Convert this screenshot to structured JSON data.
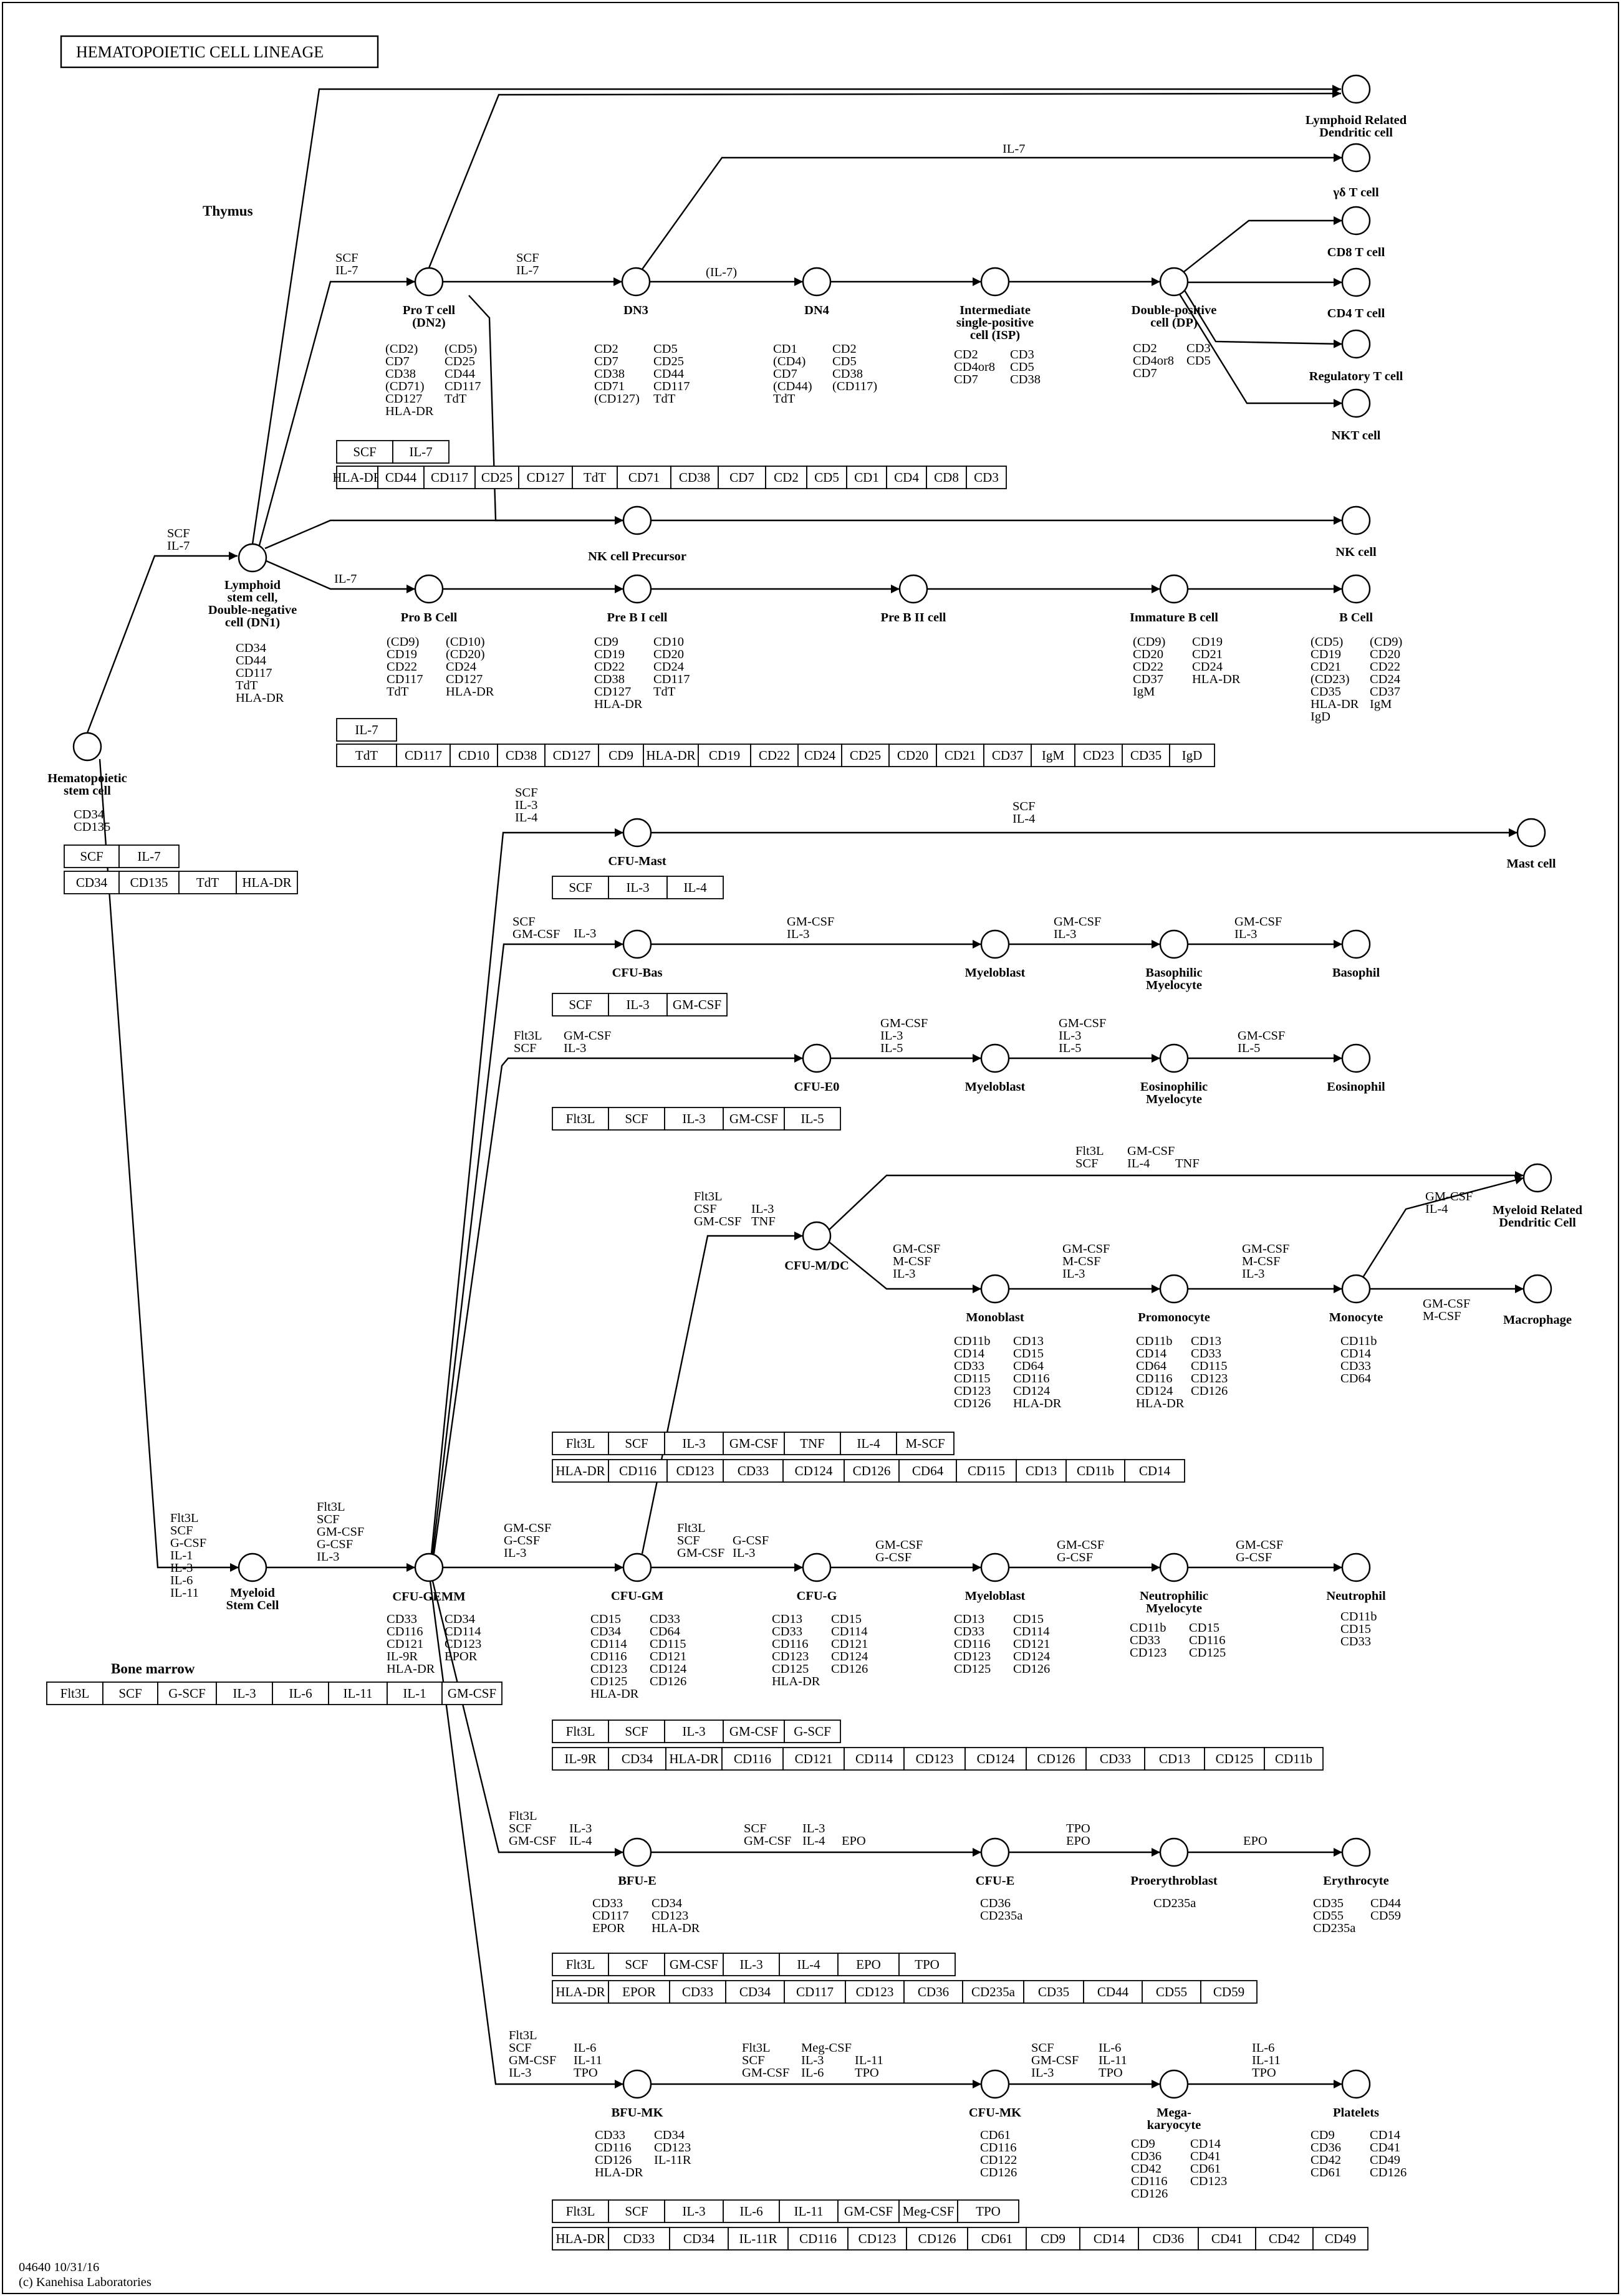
{
  "title": "HEMATOPOIETIC CELL LINEAGE",
  "footer": [
    "04640 10/31/16",
    "(c) Kanehisa Laboratories"
  ],
  "regions": [
    {
      "id": "thymus",
      "label": "Thymus"
    },
    {
      "id": "bonemarrow",
      "label": "Bone marrow"
    }
  ],
  "nodes": [
    {
      "id": "hsc",
      "label": [
        "Hematopoietic",
        "stem cell"
      ],
      "markers": [
        [
          "CD34",
          "CD135"
        ]
      ]
    },
    {
      "id": "lsc",
      "label": [
        "Lymphoid",
        "stem cell,",
        "Double-negative",
        "cell (DN1)"
      ],
      "markers": [
        [
          "CD34",
          "CD44",
          "CD117",
          "TdT",
          "HLA-DR"
        ]
      ]
    },
    {
      "id": "protcell",
      "label": [
        "Pro T cell",
        "(DN2)"
      ],
      "markers": [
        [
          "(CD2)",
          "CD7",
          "CD38",
          "(CD71)",
          "CD127",
          "HLA-DR"
        ],
        [
          "(CD5)",
          "CD25",
          "CD44",
          "CD117",
          "TdT"
        ]
      ]
    },
    {
      "id": "dn3",
      "label": [
        "DN3"
      ],
      "markers": [
        [
          "CD2",
          "CD7",
          "CD38",
          "CD71",
          "(CD127)"
        ],
        [
          "CD5",
          "CD25",
          "CD44",
          "CD117",
          "TdT"
        ]
      ]
    },
    {
      "id": "dn4",
      "label": [
        "DN4"
      ],
      "markers": [
        [
          "CD1",
          "(CD4)",
          "CD7",
          "(CD44)",
          "TdT"
        ],
        [
          "CD2",
          "CD5",
          "CD38",
          "(CD117)"
        ]
      ]
    },
    {
      "id": "isp",
      "label": [
        "Intermediate",
        "single-positive",
        "cell (ISP)"
      ],
      "markers": [
        [
          "CD2",
          "CD4or8",
          "CD7"
        ],
        [
          "CD3",
          "CD5",
          "CD38"
        ]
      ]
    },
    {
      "id": "dp",
      "label": [
        "Double-positive",
        "cell (DP)"
      ],
      "markers": [
        [
          "CD2",
          "CD4or8",
          "CD7"
        ],
        [
          "CD3",
          "CD5"
        ]
      ]
    },
    {
      "id": "lrdc",
      "label": [
        "Lymphoid Related",
        "Dendritic cell"
      ],
      "markers": []
    },
    {
      "id": "gdt",
      "label": [
        "γδ T cell"
      ],
      "markers": []
    },
    {
      "id": "cd8t",
      "label": [
        "CD8 T cell"
      ],
      "markers": []
    },
    {
      "id": "cd4t",
      "label": [
        "CD4 T cell"
      ],
      "markers": []
    },
    {
      "id": "treg",
      "label": [
        "Regulatory T cell"
      ],
      "markers": []
    },
    {
      "id": "nkt",
      "label": [
        "NKT cell"
      ],
      "markers": []
    },
    {
      "id": "nkpre",
      "label": [
        "NK cell Precursor"
      ],
      "markers": []
    },
    {
      "id": "nk",
      "label": [
        "NK cell"
      ],
      "markers": []
    },
    {
      "id": "probcell",
      "label": [
        "Pro B Cell"
      ],
      "markers": [
        [
          "(CD9)",
          "CD19",
          "CD22",
          "CD117",
          "TdT"
        ],
        [
          "(CD10)",
          "(CD20)",
          "CD24",
          "CD127",
          "HLA-DR"
        ]
      ]
    },
    {
      "id": "prebi",
      "label": [
        "Pre B I cell"
      ],
      "markers": [
        [
          "CD9",
          "CD19",
          "CD22",
          "CD38",
          "CD127",
          "HLA-DR"
        ],
        [
          "CD10",
          "CD20",
          "CD24",
          "CD117",
          "TdT"
        ]
      ]
    },
    {
      "id": "prebii",
      "label": [
        "Pre B II cell"
      ],
      "markers": []
    },
    {
      "id": "immb",
      "label": [
        "Immature B cell"
      ],
      "markers": [
        [
          "(CD9)",
          "CD20",
          "CD22",
          "CD37",
          "IgM"
        ],
        [
          "CD19",
          "CD21",
          "CD24",
          "HLA-DR"
        ]
      ]
    },
    {
      "id": "bcell",
      "label": [
        "B Cell"
      ],
      "markers": [
        [
          "(CD5)",
          "CD19",
          "CD21",
          "(CD23)",
          "CD35",
          "HLA-DR",
          "IgD"
        ],
        [
          "(CD9)",
          "CD20",
          "CD22",
          "CD24",
          "CD37",
          "IgM"
        ]
      ]
    },
    {
      "id": "cfumast",
      "label": [
        "CFU-Mast"
      ],
      "markers": []
    },
    {
      "id": "mast",
      "label": [
        "Mast cell"
      ],
      "markers": []
    },
    {
      "id": "cfubas",
      "label": [
        "CFU-Bas"
      ],
      "markers": []
    },
    {
      "id": "mb1",
      "label": [
        "Myeloblast"
      ],
      "markers": []
    },
    {
      "id": "basmy",
      "label": [
        "Basophilic",
        "Myelocyte"
      ],
      "markers": []
    },
    {
      "id": "baso",
      "label": [
        "Basophil"
      ],
      "markers": []
    },
    {
      "id": "cfueo",
      "label": [
        "CFU-E0"
      ],
      "markers": []
    },
    {
      "id": "mb2",
      "label": [
        "Myeloblast"
      ],
      "markers": []
    },
    {
      "id": "eosmy",
      "label": [
        "Eosinophilic",
        "Myelocyte"
      ],
      "markers": []
    },
    {
      "id": "eos",
      "label": [
        "Eosinophil"
      ],
      "markers": []
    },
    {
      "id": "cfumdc",
      "label": [
        "CFU-M/DC"
      ],
      "markers": []
    },
    {
      "id": "mrdc",
      "label": [
        "Myeloid Related",
        "Dendritic Cell"
      ],
      "markers": []
    },
    {
      "id": "monob",
      "label": [
        "Monoblast"
      ],
      "markers": [
        [
          "CD11b",
          "CD14",
          "CD33",
          "CD115",
          "CD123",
          "CD126"
        ],
        [
          "CD13",
          "CD15",
          "CD64",
          "CD116",
          "CD124",
          "HLA-DR"
        ]
      ]
    },
    {
      "id": "promono",
      "label": [
        "Promonocyte"
      ],
      "markers": [
        [
          "CD11b",
          "CD14",
          "CD64",
          "CD116",
          "CD124",
          "HLA-DR"
        ],
        [
          "CD13",
          "CD33",
          "CD115",
          "CD123",
          "CD126"
        ]
      ]
    },
    {
      "id": "mono",
      "label": [
        "Monocyte"
      ],
      "markers": [
        [
          "CD11b",
          "CD14",
          "CD33",
          "CD64"
        ]
      ]
    },
    {
      "id": "macro",
      "label": [
        "Macrophage"
      ],
      "markers": []
    },
    {
      "id": "msc",
      "label": [
        "Myeloid",
        "Stem Cell"
      ],
      "markers": []
    },
    {
      "id": "cfugemm",
      "label": [
        "CFU-GEMM"
      ],
      "markers": [
        [
          "CD33",
          "CD116",
          "CD121",
          "IL-9R",
          "HLA-DR"
        ],
        [
          "CD34",
          "CD114",
          "CD123",
          "EPOR"
        ]
      ]
    },
    {
      "id": "cfugm",
      "label": [
        "CFU-GM"
      ],
      "markers": [
        [
          "CD15",
          "CD34",
          "CD114",
          "CD116",
          "CD123",
          "CD125",
          "HLA-DR"
        ],
        [
          "CD33",
          "CD64",
          "CD115",
          "CD121",
          "CD124",
          "CD126"
        ]
      ]
    },
    {
      "id": "cfug",
      "label": [
        "CFU-G"
      ],
      "markers": [
        [
          "CD13",
          "CD33",
          "CD116",
          "CD123",
          "CD125",
          "HLA-DR"
        ],
        [
          "CD15",
          "CD114",
          "CD121",
          "CD124",
          "CD126"
        ]
      ]
    },
    {
      "id": "mb3",
      "label": [
        "Myeloblast"
      ],
      "markers": [
        [
          "CD13",
          "CD33",
          "CD116",
          "CD123",
          "CD125"
        ],
        [
          "CD15",
          "CD114",
          "CD121",
          "CD124",
          "CD126"
        ]
      ]
    },
    {
      "id": "neumy",
      "label": [
        "Neutrophilic",
        "Myelocyte"
      ],
      "markers": [
        [
          "CD11b",
          "CD33",
          "CD123"
        ],
        [
          "CD15",
          "CD116",
          "CD125"
        ]
      ]
    },
    {
      "id": "neut",
      "label": [
        "Neutrophil"
      ],
      "markers": [
        [
          "CD11b",
          "CD15",
          "CD33"
        ]
      ]
    },
    {
      "id": "bfue",
      "label": [
        "BFU-E"
      ],
      "markers": [
        [
          "CD33",
          "CD117",
          "EPOR"
        ],
        [
          "CD34",
          "CD123",
          "HLA-DR"
        ]
      ]
    },
    {
      "id": "cfue",
      "label": [
        "CFU-E"
      ],
      "markers": [
        [
          "CD36",
          "CD235a"
        ]
      ]
    },
    {
      "id": "proery",
      "label": [
        "Proerythroblast"
      ],
      "markers": [
        [
          "CD235a"
        ]
      ]
    },
    {
      "id": "ery",
      "label": [
        "Erythrocyte"
      ],
      "markers": [
        [
          "CD35",
          "CD55",
          "CD235a"
        ],
        [
          "CD44",
          "CD59"
        ]
      ]
    },
    {
      "id": "bfumk",
      "label": [
        "BFU-MK"
      ],
      "markers": [
        [
          "CD33",
          "CD116",
          "CD126",
          "HLA-DR"
        ],
        [
          "CD34",
          "CD123",
          "IL-11R"
        ]
      ]
    },
    {
      "id": "cfumk",
      "label": [
        "CFU-MK"
      ],
      "markers": [
        [
          "CD61",
          "CD116",
          "CD122",
          "CD126"
        ]
      ]
    },
    {
      "id": "megak",
      "label": [
        "Mega-",
        "karyocyte"
      ],
      "markers": [
        [
          "CD9",
          "CD36",
          "CD42",
          "CD116",
          "CD126"
        ],
        [
          "CD14",
          "CD41",
          "CD61",
          "CD123"
        ]
      ]
    },
    {
      "id": "plt",
      "label": [
        "Platelets"
      ],
      "markers": [
        [
          "CD9",
          "CD36",
          "CD42",
          "CD61"
        ],
        [
          "CD14",
          "CD41",
          "CD49",
          "CD126"
        ]
      ]
    }
  ],
  "edge_labels": [
    {
      "id": "e_hsc_lsc",
      "text": [
        "SCF",
        "IL-7"
      ]
    },
    {
      "id": "e_lsc_pro",
      "text": [
        "SCF",
        "IL-7"
      ]
    },
    {
      "id": "e_pro_dn3",
      "text": [
        "SCF",
        "IL-7"
      ]
    },
    {
      "id": "e_dn3_dn4",
      "text": [
        "(IL-7)"
      ]
    },
    {
      "id": "e_dn3_gdt",
      "text": [
        "IL-7"
      ]
    },
    {
      "id": "e_lsc_probcell",
      "text": [
        "IL-7"
      ]
    },
    {
      "id": "e_hsc_msc",
      "text": [
        "Flt3L",
        "SCF",
        "G-CSF",
        "IL-1",
        "IL-3",
        "IL-6",
        "IL-11"
      ]
    },
    {
      "id": "e_msc_gemm",
      "text": [
        "Flt3L",
        "SCF",
        "GM-CSF",
        "G-CSF",
        "IL-3"
      ]
    },
    {
      "id": "e_gemm_mast",
      "text": [
        "SCF",
        "IL-3",
        "IL-4"
      ]
    },
    {
      "id": "e_cfumast_mast",
      "text": [
        "SCF",
        "IL-4"
      ]
    },
    {
      "id": "e_gemm_bas",
      "text": [
        "SCF",
        "GM-CSF"
      ]
    },
    {
      "id": "e_gemm_bas2",
      "text": [
        "IL-3"
      ]
    },
    {
      "id": "e_bas_mb",
      "text": [
        "GM-CSF",
        "IL-3"
      ]
    },
    {
      "id": "e_mb_basmy",
      "text": [
        "GM-CSF",
        "IL-3"
      ]
    },
    {
      "id": "e_basmy_baso",
      "text": [
        "GM-CSF",
        "IL-3"
      ]
    },
    {
      "id": "e_gemm_eo",
      "text": [
        "Flt3L",
        "SCF"
      ]
    },
    {
      "id": "e_gemm_eo2",
      "text": [
        "GM-CSF",
        "IL-3"
      ]
    },
    {
      "id": "e_eo_mb",
      "text": [
        "GM-CSF",
        "IL-3",
        "IL-5"
      ]
    },
    {
      "id": "e_mb_eosmy",
      "text": [
        "GM-CSF",
        "IL-3",
        "IL-5"
      ]
    },
    {
      "id": "e_eosmy_eos",
      "text": [
        "GM-CSF",
        "IL-5"
      ]
    },
    {
      "id": "e_gm_mdc",
      "text": [
        "Flt3L",
        "CSF",
        "GM-CSF"
      ]
    },
    {
      "id": "e_gm_mdc2",
      "text": [
        "IL-3",
        "TNF"
      ]
    },
    {
      "id": "e_mdc_mrdc",
      "text": [
        "Flt3L",
        "SCF"
      ]
    },
    {
      "id": "e_mdc_mrdc2",
      "text": [
        "GM-CSF",
        "IL-4"
      ]
    },
    {
      "id": "e_mdc_mrdc3",
      "text": [
        "TNF"
      ]
    },
    {
      "id": "e_mdc_monob",
      "text": [
        "GM-CSF",
        "M-CSF",
        "IL-3"
      ]
    },
    {
      "id": "e_monob_pro",
      "text": [
        "GM-CSF",
        "M-CSF",
        "IL-3"
      ]
    },
    {
      "id": "e_pro_mono",
      "text": [
        "GM-CSF",
        "M-CSF",
        "IL-3"
      ]
    },
    {
      "id": "e_mono_mrdc",
      "text": [
        "GM-CSF",
        "IL-4"
      ]
    },
    {
      "id": "e_mono_macro",
      "text": [
        "GM-CSF",
        "M-CSF"
      ]
    },
    {
      "id": "e_gemm_gm",
      "text": [
        "GM-CSF",
        "G-CSF",
        "IL-3"
      ]
    },
    {
      "id": "e_gm_g",
      "text": [
        "Flt3L",
        "SCF",
        "GM-CSF"
      ]
    },
    {
      "id": "e_gm_g2",
      "text": [
        "G-CSF",
        "IL-3"
      ]
    },
    {
      "id": "e_g_mb",
      "text": [
        "GM-CSF",
        "G-CSF"
      ]
    },
    {
      "id": "e_mb_neumy",
      "text": [
        "GM-CSF",
        "G-CSF"
      ]
    },
    {
      "id": "e_neumy_neut",
      "text": [
        "GM-CSF",
        "G-CSF"
      ]
    },
    {
      "id": "e_gemm_bfue",
      "text": [
        "Flt3L",
        "SCF",
        "GM-CSF"
      ]
    },
    {
      "id": "e_gemm_bfue2",
      "text": [
        "IL-3",
        "IL-4"
      ]
    },
    {
      "id": "e_bfue_cfue",
      "text": [
        "SCF",
        "GM-CSF"
      ]
    },
    {
      "id": "e_bfue_cfue2",
      "text": [
        "IL-3",
        "IL-4"
      ]
    },
    {
      "id": "e_bfue_cfue3",
      "text": [
        "EPO"
      ]
    },
    {
      "id": "e_cfue_pro",
      "text": [
        "TPO",
        "EPO"
      ]
    },
    {
      "id": "e_pro_ery",
      "text": [
        "EPO"
      ]
    },
    {
      "id": "e_gemm_mk",
      "text": [
        "Flt3L",
        "SCF",
        "GM-CSF",
        "IL-3"
      ]
    },
    {
      "id": "e_gemm_mk2",
      "text": [
        "IL-6",
        "IL-11",
        "TPO"
      ]
    },
    {
      "id": "e_bfumk_cfumk",
      "text": [
        "Flt3L",
        "SCF",
        "GM-CSF"
      ]
    },
    {
      "id": "e_bfumk_cfumk2",
      "text": [
        "Meg-CSF",
        "IL-3",
        "IL-6"
      ]
    },
    {
      "id": "e_bfumk_cfumk3",
      "text": [
        "IL-11",
        "TPO"
      ]
    },
    {
      "id": "e_cfumk_meg",
      "text": [
        "SCF",
        "GM-CSF",
        "IL-3"
      ]
    },
    {
      "id": "e_cfumk_meg2",
      "text": [
        "IL-6",
        "IL-11",
        "TPO"
      ]
    },
    {
      "id": "e_meg_plt",
      "text": [
        "IL-6",
        "IL-11",
        "TPO"
      ]
    }
  ],
  "tables": [
    {
      "id": "t_thy_cyt",
      "cells": [
        "SCF",
        "IL-7"
      ]
    },
    {
      "id": "t_thy_cd",
      "cells": [
        "HLA-DR",
        "CD44",
        "CD117",
        "CD25",
        "CD127",
        "TdT",
        "CD71",
        "CD38",
        "CD7",
        "CD2",
        "CD5",
        "CD1",
        "CD4",
        "CD8",
        "CD3"
      ]
    },
    {
      "id": "t_b_cyt",
      "cells": [
        "IL-7"
      ]
    },
    {
      "id": "t_b_cd",
      "cells": [
        "TdT",
        "CD117",
        "CD10",
        "CD38",
        "CD127",
        "CD9",
        "HLA-DR",
        "CD19",
        "CD22",
        "CD24",
        "CD25",
        "CD20",
        "CD21",
        "CD37",
        "IgM",
        "CD23",
        "CD35",
        "IgD"
      ]
    },
    {
      "id": "t_hsc_cyt",
      "cells": [
        "SCF",
        "IL-7"
      ]
    },
    {
      "id": "t_hsc_cd",
      "cells": [
        "CD34",
        "CD135",
        "TdT",
        "HLA-DR"
      ]
    },
    {
      "id": "t_mast",
      "cells": [
        "SCF",
        "IL-3",
        "IL-4"
      ]
    },
    {
      "id": "t_bas",
      "cells": [
        "SCF",
        "IL-3",
        "GM-CSF"
      ]
    },
    {
      "id": "t_eo",
      "cells": [
        "Flt3L",
        "SCF",
        "IL-3",
        "GM-CSF",
        "IL-5"
      ]
    },
    {
      "id": "t_mono_cyt",
      "cells": [
        "Flt3L",
        "SCF",
        "IL-3",
        "GM-CSF",
        "TNF",
        "IL-4",
        "M-SCF"
      ]
    },
    {
      "id": "t_mono_cd",
      "cells": [
        "HLA-DR",
        "CD116",
        "CD123",
        "CD33",
        "CD124",
        "CD126",
        "CD64",
        "CD115",
        "CD13",
        "CD11b",
        "CD14"
      ]
    },
    {
      "id": "t_bm_cyt",
      "cells": [
        "Flt3L",
        "SCF",
        "G-SCF",
        "IL-3",
        "IL-6",
        "IL-11",
        "IL-1",
        "GM-CSF"
      ]
    },
    {
      "id": "t_neu_cyt",
      "cells": [
        "Flt3L",
        "SCF",
        "IL-3",
        "GM-CSF",
        "G-SCF"
      ]
    },
    {
      "id": "t_neu_cd",
      "cells": [
        "IL-9R",
        "CD34",
        "HLA-DR",
        "CD116",
        "CD121",
        "CD114",
        "CD123",
        "CD124",
        "CD126",
        "CD33",
        "CD13",
        "CD125",
        "CD11b"
      ]
    },
    {
      "id": "t_ery_cyt",
      "cells": [
        "Flt3L",
        "SCF",
        "GM-CSF",
        "IL-3",
        "IL-4",
        "EPO",
        "TPO"
      ]
    },
    {
      "id": "t_ery_cd",
      "cells": [
        "HLA-DR",
        "EPOR",
        "CD33",
        "CD34",
        "CD117",
        "CD123",
        "CD36",
        "CD235a",
        "CD35",
        "CD44",
        "CD55",
        "CD59"
      ]
    },
    {
      "id": "t_mk_cyt",
      "cells": [
        "Flt3L",
        "SCF",
        "IL-3",
        "IL-6",
        "IL-11",
        "GM-CSF",
        "Meg-CSF",
        "TPO"
      ]
    },
    {
      "id": "t_mk_cd",
      "cells": [
        "HLA-DR",
        "CD33",
        "CD34",
        "IL-11R",
        "CD116",
        "CD123",
        "CD126",
        "CD61",
        "CD9",
        "CD14",
        "CD36",
        "CD41",
        "CD42",
        "CD49"
      ]
    }
  ]
}
